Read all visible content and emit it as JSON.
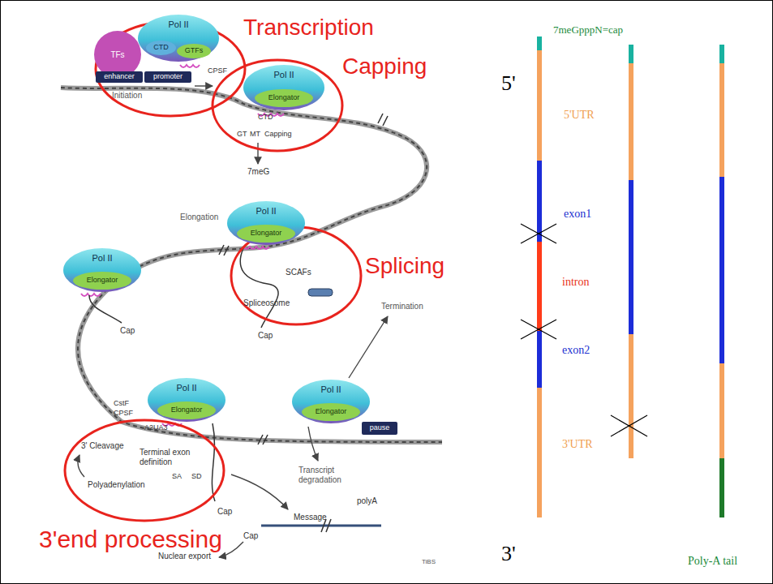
{
  "diagram": {
    "nodes": [
      {
        "text": [
          "TFs"
        ]
      },
      {
        "text": [
          "Pol II"
        ]
      },
      {
        "text": [
          "CTD"
        ],
        "in": 1
      },
      {
        "text": [
          "GTFs"
        ],
        "in": 1
      },
      {
        "text": [
          "enhancer"
        ]
      },
      {
        "text": [
          "promoter"
        ]
      },
      {
        "text": [
          "Pol II"
        ]
      },
      {
        "text": [
          "Elongator"
        ],
        "in": 6
      },
      {
        "text": [
          "Pol II"
        ]
      },
      {
        "text": [
          "Elongator"
        ],
        "in": 8
      },
      {
        "text": [
          "Pol II"
        ]
      },
      {
        "text": [
          "Elongator"
        ],
        "in": 10
      },
      {
        "text": [
          "Pol II"
        ]
      },
      {
        "text": [
          "Elongator"
        ],
        "in": 12
      },
      {
        "text": [
          "Pol II"
        ]
      },
      {
        "text": [
          "Elongator"
        ],
        "in": 14
      },
      {
        "text": [
          "pause"
        ]
      }
    ],
    "labels": [
      "Transcription",
      "Capping",
      "Splicing",
      "3'end processing",
      "CPSF",
      "Initiation",
      "GT",
      "MT",
      "Capping",
      "7meG",
      "Elongation",
      "SCAFs",
      "Spliceosome",
      "Cap",
      "Termination",
      "Cap",
      "CstF",
      "CPSF",
      "A2UA3",
      "3' Cleavage",
      "Terminal exon definition",
      "SA",
      "SD",
      "Polyadenylation",
      "Cap",
      "Transcript degradation",
      "Message",
      "polyA",
      "Cap",
      "Nuclear export",
      "TiBS",
      "5'",
      "7meGpppN=cap",
      "5'UTR",
      "exon1",
      "intron",
      "exon2",
      "3'UTR",
      "3'",
      "Poly-A tail",
      "CTD"
    ]
  }
}
